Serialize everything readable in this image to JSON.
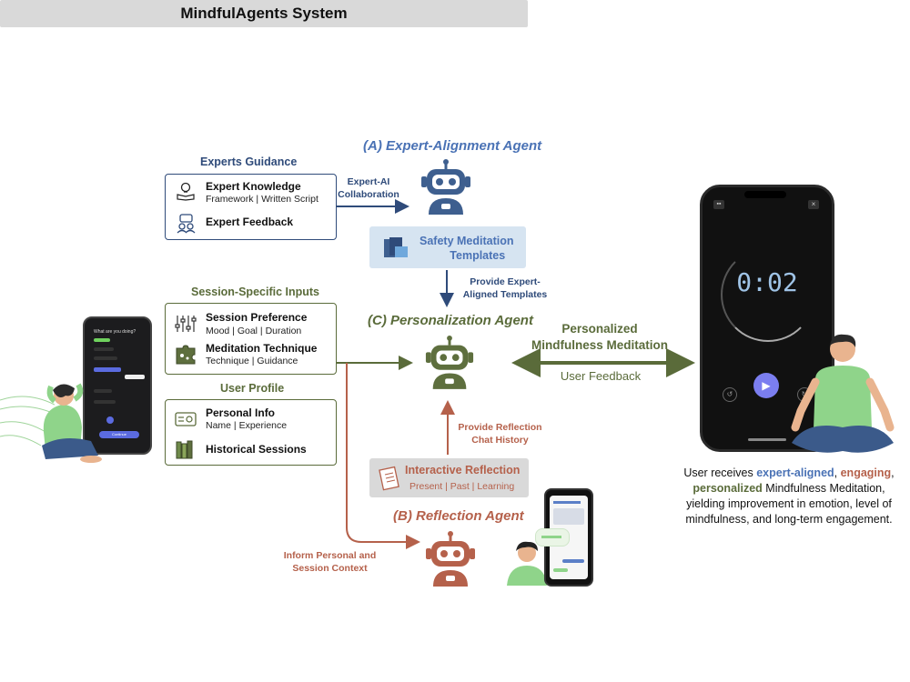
{
  "title": "MindfulAgents System",
  "agent_a": {
    "label": "(A) Expert-Alignment Agent"
  },
  "agent_b": {
    "label": "(B) Reflection Agent"
  },
  "agent_c": {
    "label": "(C) Personalization Agent"
  },
  "experts": {
    "heading": "Experts Guidance",
    "knowledge_title": "Expert Knowledge",
    "knowledge_sub": "Framework | Written Script",
    "feedback_title": "Expert Feedback"
  },
  "session": {
    "heading": "Session-Specific Inputs",
    "pref_title": "Session Preference",
    "pref_sub": "Mood | Goal | Duration",
    "tech_title": "Meditation Technique",
    "tech_sub": "Technique | Guidance"
  },
  "profile": {
    "heading": "User Profile",
    "info_title": "Personal Info",
    "info_sub": "Name | Experience",
    "hist_title": "Historical Sessions"
  },
  "templates": {
    "line1": "Safety Meditation",
    "line2": "Templates"
  },
  "reflection_box": {
    "title": "Interactive Reflection",
    "sub": "Present | Past | Learning"
  },
  "arrows": {
    "collab_1": "Expert-AI",
    "collab_2": "Collaboration",
    "provide_1": "Provide Expert-",
    "provide_2": "Aligned Templates",
    "chat_1": "Provide Reflection",
    "chat_2": "Chat History",
    "inform_1": "Inform Personal and",
    "inform_2": "Session Context",
    "personalized_1": "Personalized",
    "personalized_2": "Mindfulness Meditation",
    "user_feedback": "User Feedback"
  },
  "phone": {
    "timer": "0:02"
  },
  "left_phone": {
    "question": "What are you doing?",
    "continue": "Continue"
  },
  "caption": {
    "prefix": "User receives ",
    "expert": "expert-aligned",
    "comma1": ", ",
    "engaging": "engaging",
    "comma2": ",",
    "personalized": "personalized",
    "rest1": " Mindfulness Meditation,",
    "rest2": "yielding improvement in emotion, level of",
    "rest3": "mindfulness, and long-term engagement."
  },
  "colors": {
    "blue": "#4a72b5",
    "navy": "#2f4b7a",
    "green": "#5a6b3a",
    "orange": "#b5614b",
    "robot_blue": "#3e5f8f",
    "robot_green": "#5e6f3e",
    "robot_orange": "#b5614b"
  }
}
